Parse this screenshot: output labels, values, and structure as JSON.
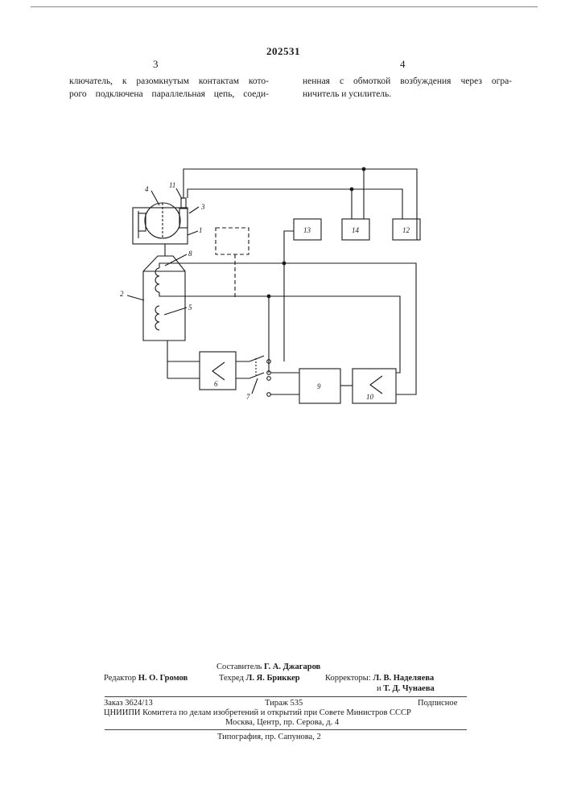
{
  "header": {
    "patent_number": "202531",
    "col_left_num": "3",
    "col_right_num": "4",
    "col_left_lines": [
      "ключатель, к разомкнутым контактам кото-",
      "рого подключена параллельная цепь, соеди-"
    ],
    "col_right_lines": [
      "ненная с обмоткой возбуждения через огра-",
      "ничитель и усилитель."
    ]
  },
  "diagram": {
    "labels": [
      "4",
      "11",
      "3",
      "1",
      "8",
      "2",
      "5",
      "13",
      "14",
      "12",
      "6",
      "7",
      "9",
      "10"
    ]
  },
  "imprint": {
    "compiler_label": "Составитель",
    "compiler_name": "Г. А. Джагаров",
    "editor_label": "Редактор",
    "editor_name": "Н. О. Громов",
    "techred_label": "Техред",
    "techred_name": "Л. Я. Бриккер",
    "correctors_label": "Корректоры:",
    "corrector_1": "Л. В. Наделяева",
    "corrector_2_prefix": "и",
    "corrector_2": "Т. Д. Чунаева",
    "order": "Заказ 3624/13",
    "circulation": "Тираж  535",
    "subscription": "Подписное",
    "org_line1": "ЦНИИПИ Комитета по делам изобретений и открытий при Совете Министров СССР",
    "org_line2": "Москва, Центр, пр. Серова, д. 4",
    "printing": "Типография, пр. Сапунова, 2"
  }
}
